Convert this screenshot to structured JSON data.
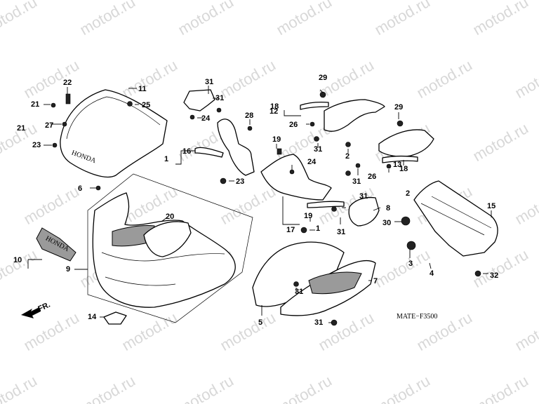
{
  "watermark": "motod.ru",
  "diagram_code": "MATE−F3500",
  "front_label": "FR.",
  "brand_text": "HONDA",
  "labels": [
    "11",
    "22",
    "25",
    "21",
    "27",
    "21",
    "23",
    "6",
    "31",
    "31",
    "24",
    "28",
    "19",
    "16",
    "1",
    "23",
    "20",
    "10",
    "9",
    "14",
    "18",
    "12",
    "29",
    "26",
    "31",
    "24",
    "2",
    "29",
    "31",
    "26",
    "18",
    "13",
    "2",
    "31",
    "8",
    "19",
    "17",
    "1",
    "31",
    "30",
    "15",
    "3",
    "4",
    "32",
    "5",
    "31",
    "7",
    "31"
  ]
}
